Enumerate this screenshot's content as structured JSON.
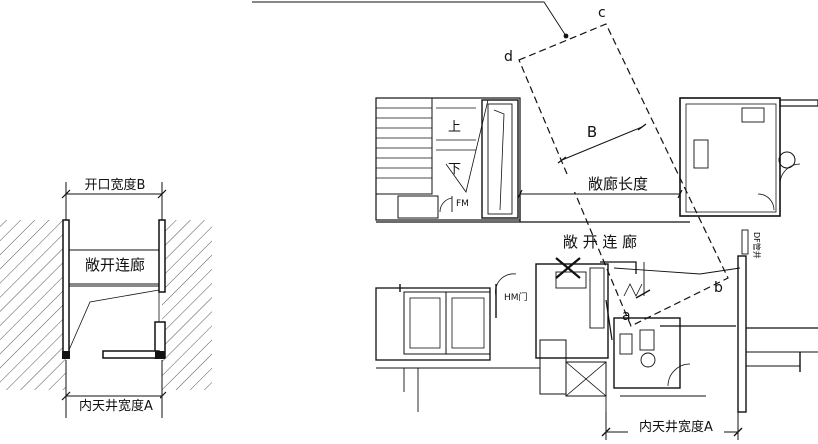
{
  "left": {
    "opening_width_label": "开口宽度B",
    "open_corridor_label": "敞开连廊",
    "patio_width_label": "内天井宽度A"
  },
  "right": {
    "open_corridor_title": "敞 开 连 廊",
    "corridor_length_label": "敞廊长度",
    "b_label": "B",
    "patio_width_label": "内天井宽度A",
    "up_label": "上",
    "down_label": "下",
    "fm_label": "FM",
    "hm_label": "HM门",
    "pipe_label": "DF管井",
    "points": {
      "a": "a",
      "b": "b",
      "c": "c",
      "d": "d"
    }
  },
  "colors": {
    "ink": "#111111",
    "hatch": "#555555"
  }
}
